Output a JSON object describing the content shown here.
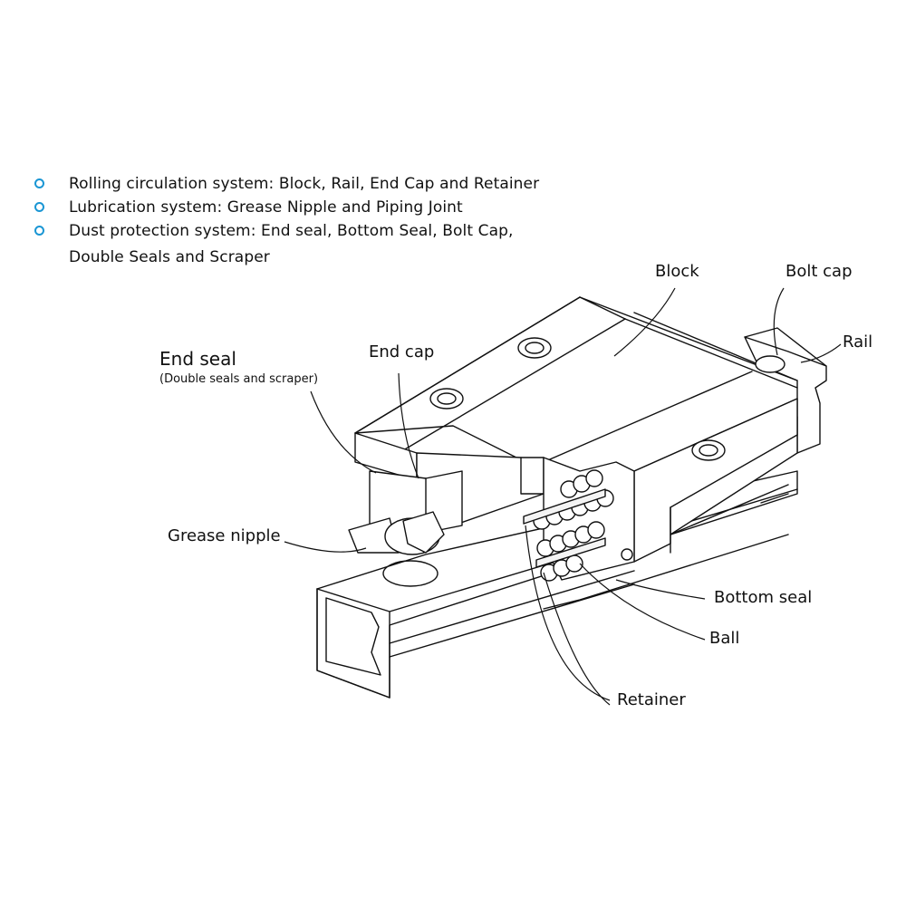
{
  "bullets": [
    {
      "text": "Rolling circulation system: Block, Rail, End Cap and Retainer"
    },
    {
      "text": "Lubrication system: Grease Nipple and Piping Joint"
    },
    {
      "text": "Dust protection system: End seal, Bottom Seal, Bolt Cap,",
      "text2": "Double Seals and Scraper"
    }
  ],
  "labels": {
    "block": "Block",
    "bolt_cap": "Bolt cap",
    "rail": "Rail",
    "end_seal": "End seal",
    "end_seal_note": "(Double seals and scraper)",
    "end_cap": "End cap",
    "grease_nipple": "Grease nipple",
    "bottom_seal": "Bottom seal",
    "ball": "Ball",
    "retainer": "Retainer"
  },
  "colors": {
    "bullet": "#1a96d4",
    "line": "#111111"
  }
}
